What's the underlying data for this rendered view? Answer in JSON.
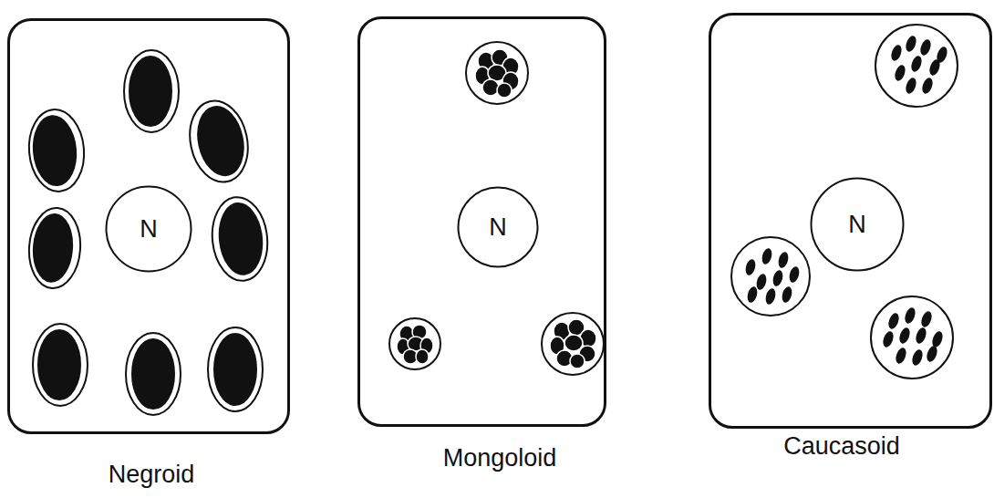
{
  "diagram": {
    "nodes": [
      {
        "text": [
          "Negroid"
        ]
      },
      {
        "text": [
          "N"
        ],
        "in": 0
      },
      {
        "text": [
          "Mongoloid"
        ]
      },
      {
        "text": [
          "N"
        ],
        "in": 2
      },
      {
        "text": [
          "Caucasoid"
        ]
      },
      {
        "text": [
          "N"
        ],
        "in": 4
      }
    ]
  }
}
